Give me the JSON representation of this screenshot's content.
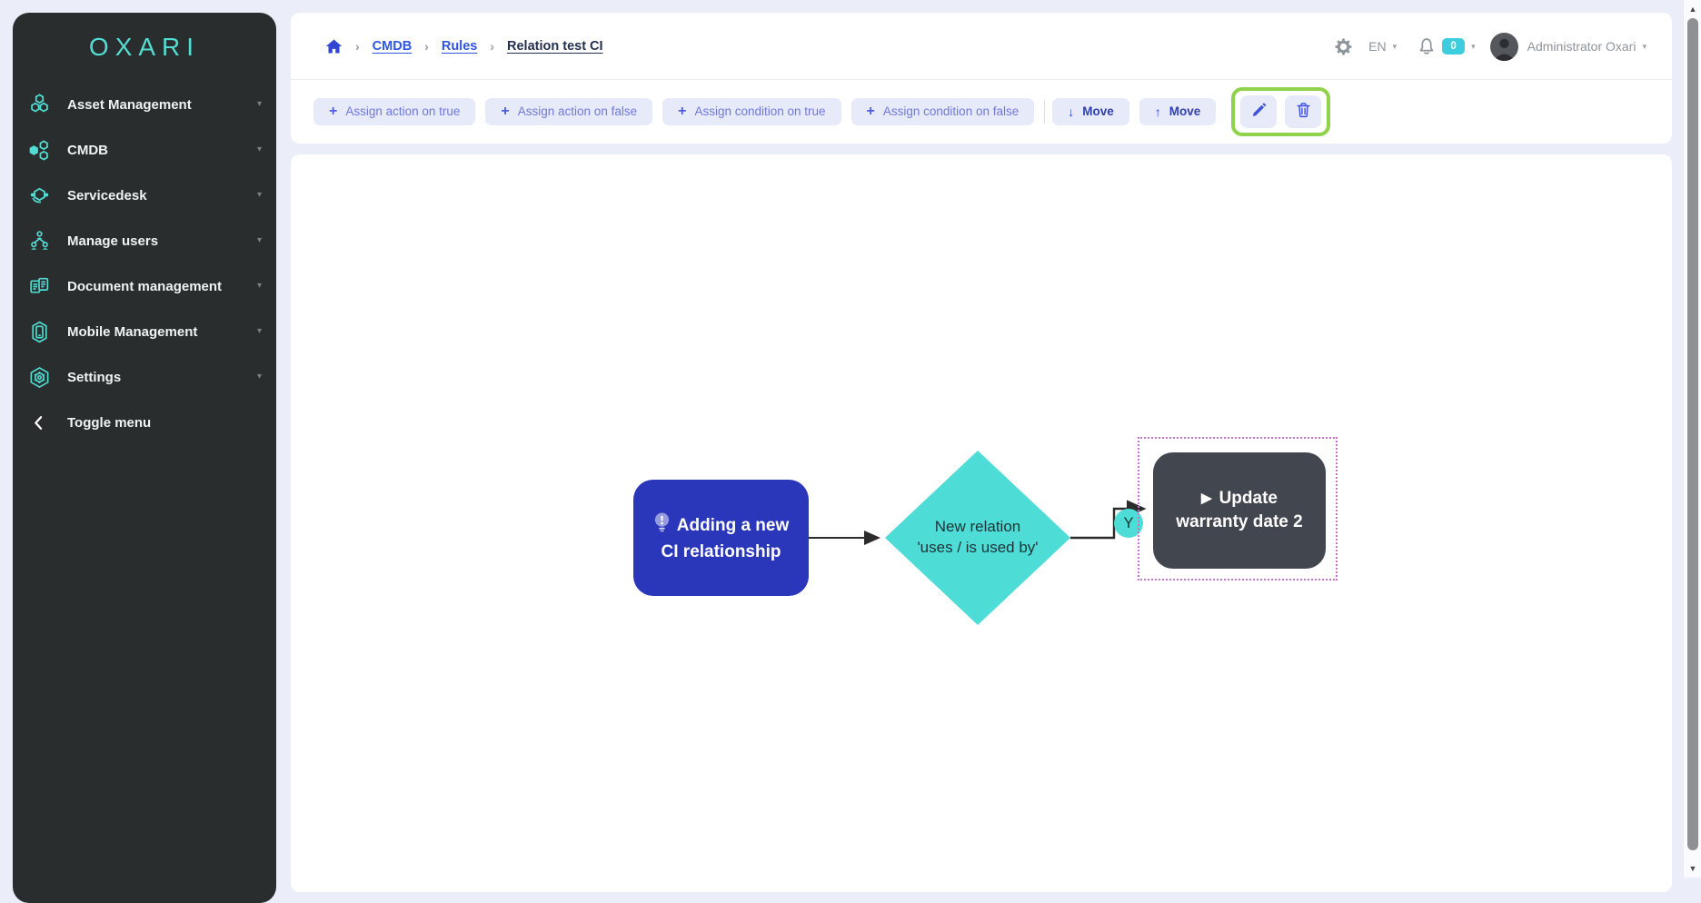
{
  "sidebar": {
    "logo": "OXARI",
    "items": [
      {
        "label": "Asset Management",
        "icon": "asset-management-icon"
      },
      {
        "label": "CMDB",
        "icon": "cmdb-icon"
      },
      {
        "label": "Servicedesk",
        "icon": "servicedesk-icon"
      },
      {
        "label": "Manage users",
        "icon": "manage-users-icon"
      },
      {
        "label": "Document management",
        "icon": "document-management-icon"
      },
      {
        "label": "Mobile Management",
        "icon": "mobile-management-icon"
      },
      {
        "label": "Settings",
        "icon": "settings-icon"
      }
    ],
    "toggle_label": "Toggle menu"
  },
  "breadcrumb": {
    "items": [
      {
        "label": "CMDB"
      },
      {
        "label": "Rules"
      },
      {
        "label": "Relation test CI"
      }
    ]
  },
  "header": {
    "language": "EN",
    "notification_count": "0",
    "user_name": "Administrator Oxari"
  },
  "toolbar": {
    "assign_action_true": "Assign action on true",
    "assign_action_false": "Assign action on false",
    "assign_condition_true": "Assign condition on true",
    "assign_condition_false": "Assign condition on false",
    "move_down": "Move",
    "move_up": "Move"
  },
  "flowchart": {
    "start_node": {
      "line1": "Adding a new",
      "line2": "CI relationship"
    },
    "condition_node": {
      "line1": "New relation",
      "line2": "'uses / is used by'"
    },
    "action_node": {
      "line1": "Update",
      "line2": "warranty date 2"
    },
    "edge_label": "Y"
  },
  "icons": {
    "plus": "+",
    "caret_down": "▾",
    "breadcrumb_separator": "›",
    "move_down_arrow": "↓",
    "move_up_arrow": "↑",
    "play": "▶",
    "sidebar_chevron": "▾",
    "scroll_up": "▲",
    "scroll_down": "▼"
  },
  "colors": {
    "accent-teal": "#52dcd2",
    "sidebar-bg": "#292d2e",
    "page-bg": "#ebedf8",
    "link-blue": "#2f55e2",
    "crumb-current": "#24304f",
    "toolbar-btn-bg": "#e7eaf9",
    "toolbar-btn-text": "#6f79da",
    "toolbar-icon-blue": "#4d5cd8",
    "move-text": "#303fae",
    "highlight-green": "#90d24b",
    "badge-cyan": "#3ecddf",
    "node-blue": "#2a37ba",
    "node-cyan": "#4edcd6",
    "node-dark": "#42464e",
    "selection-pink": "#d06ed0",
    "grey-icon": "#8e959b"
  }
}
